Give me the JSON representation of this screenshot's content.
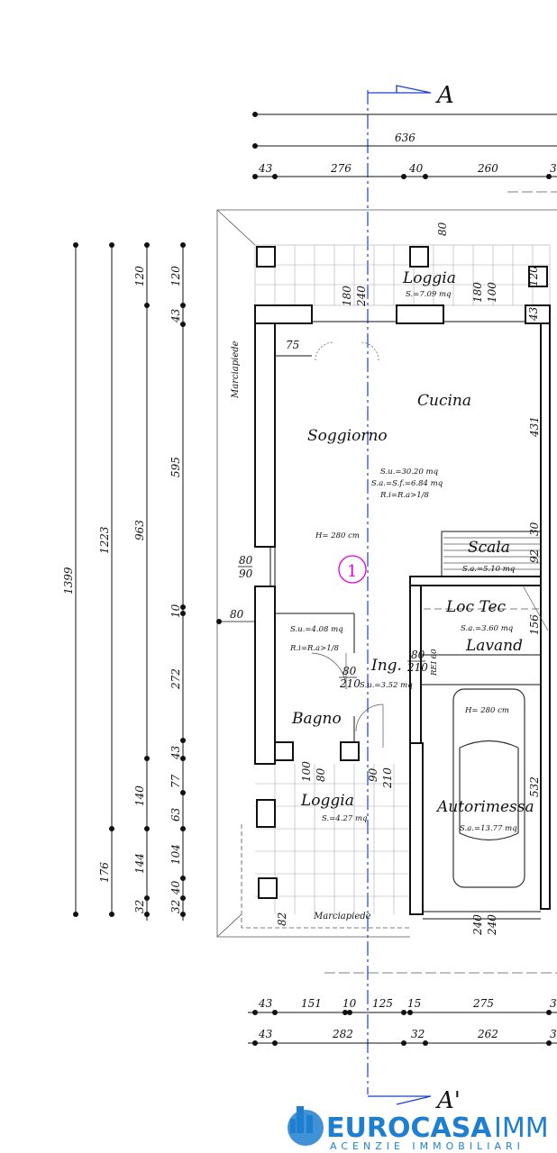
{
  "section": {
    "top": "A",
    "bottom": "A'"
  },
  "dims_top": {
    "total": "636",
    "row": [
      "43",
      "276",
      "40",
      "260",
      "3"
    ]
  },
  "dims_bottom": {
    "row1": [
      "43",
      "151",
      "10",
      "125",
      "15",
      "275",
      "3"
    ],
    "row2": [
      "43",
      "282",
      "32",
      "262",
      "3"
    ]
  },
  "dims_left": {
    "col1": [
      "1399"
    ],
    "col2": [
      "1223",
      "176"
    ],
    "col3": [
      "120",
      "963",
      "140",
      "144",
      "32"
    ],
    "col4": [
      "120",
      "43",
      "595",
      "10",
      "272",
      "43",
      "77",
      "63",
      "104",
      "32",
      "40"
    ]
  },
  "rooms": {
    "loggia_top": {
      "name": "Loggia",
      "area": "S.=7.09 mq"
    },
    "cucina": {
      "name": "Cucina"
    },
    "soggiorno": {
      "name": "Soggiorno",
      "su": "S.u.=30.20 mq",
      "sa": "S.a.=S.f.=6.84 mq",
      "ri": "R.i=R.a>1/8",
      "h": "H= 280 cm"
    },
    "scala": {
      "name": "Scala",
      "area": "S.a.=5.10 mq"
    },
    "loctec": {
      "name": "Loc Tec",
      "area": "S.a.=3.60 mq",
      "lavand": "Lavand"
    },
    "bagno": {
      "name": "Bagno",
      "su": "S.u.=4.08 mq",
      "ri": "R.i=R.a>1/8"
    },
    "ing": {
      "name": "Ing.",
      "su": "S.u.=3.52 mq"
    },
    "autorimessa": {
      "name": "Autorimessa",
      "area": "S.a.=13.77 mq",
      "h": "H= 280 cm"
    },
    "loggia_bottom": {
      "name": "Loggia",
      "area": "S.=4.27 mq"
    }
  },
  "sidewalk": {
    "left": "Marciapiede",
    "bottom": "Marciapiede"
  },
  "inner_dims": {
    "d80": "80",
    "d75": "75",
    "d180a": "180",
    "d240": "240",
    "d180b": "180",
    "d100": "100",
    "d120": "120",
    "d43": "43",
    "d431": "431",
    "d30": "30",
    "d92": "92",
    "d156": "156",
    "d532": "532",
    "win80": "80",
    "win90": "90",
    "ext80": "80",
    "door_bagno_w": "80",
    "door_bagno_h": "210",
    "door_ing_w": "80",
    "door_ing_h": "210",
    "rei": "REI 60",
    "log_100": "100",
    "log_80": "80",
    "log_90": "90",
    "log_210": "210",
    "gar_240a": "240",
    "gar_240b": "240",
    "d82": "82"
  },
  "unit_marker": "1",
  "logo": {
    "brand": "EUROCASA",
    "brand2": "IMM",
    "tagline": "ACENZIE IMMOBILIARI"
  },
  "colors": {
    "axis": "#1a3fd6",
    "marker": "#e000e0",
    "logo": "#1e7fd0"
  }
}
